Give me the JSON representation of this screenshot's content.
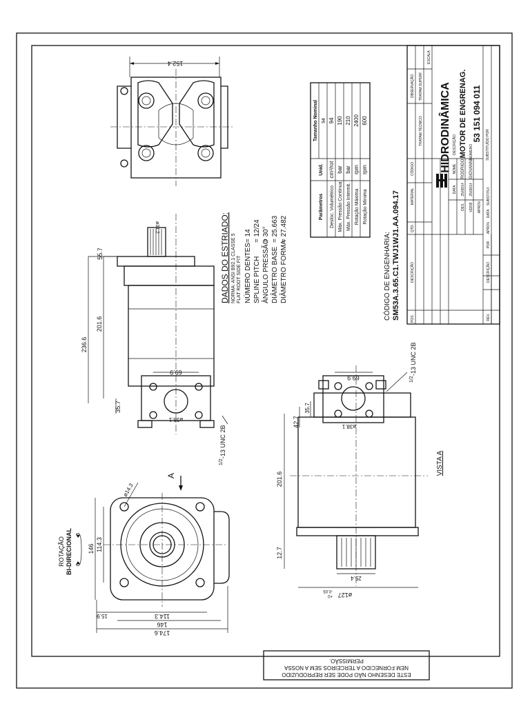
{
  "notice": {
    "line1": "ESTE DESENHO NÃO PODE SER REPRODUZIDO",
    "line2": "NEM FORNECIDO A TERCEIROS SEM A NOSSA",
    "line3": "PERMISSÃO."
  },
  "front_view": {
    "rotation_label": "ROTAÇÃO",
    "rotation_value": "BI-DIRECIONAL",
    "dim_hole": "ø14.3",
    "dim_146_v": "146",
    "dim_114_v": "114.3",
    "dim_15_9": "15.9",
    "dim_114_h": "114.3",
    "dim_146_h": "146",
    "dim_174": "174.6",
    "view_arrow": "A"
  },
  "side_view": {
    "dim_236": "236.6",
    "dim_201": "201.6",
    "dim_55": "55.7",
    "dim_35": "35.7",
    "dim_69": "69.9",
    "dim_port": "ø38.1",
    "dim_shaft": "ø31.2",
    "thread_frac": "1/2",
    "thread": "-13 UNC 2B"
  },
  "top_view": {
    "dim_152": "152.4"
  },
  "view_a": {
    "title": "VISTA A",
    "dim_201": "201.6",
    "dim_42": "42.7",
    "dim_35": "35.7",
    "dim_12": "12.7",
    "dim_25": "25.4",
    "dim_pilot": "ø127",
    "tol_upper": "+0",
    "tol_lower": "-0.05",
    "dim_69": "69.9",
    "dim_port": "ø38.1",
    "thread_frac": "1/2",
    "thread": "-13 UNC 2B"
  },
  "spline": {
    "title": "DADOS DO ESTRIADO:",
    "norm": "NORMA: ANSI B92.1 CLASSE 5",
    "fit": "FLAT ROOT SIDE FIT",
    "teeth_label": "NÚMERO DENTES",
    "teeth_value": "= 14",
    "pitch_label": "SPLINE PITCH",
    "pitch_value": "= 12/24",
    "angle_label": "ÂNGULO PRESSÃO",
    "angle_value": "= 30°",
    "base_label": "DIÂMETRO BASE",
    "base_value": "= 25.663",
    "form_label": "DIÂMETRO FORMA",
    "form_value": "= 27.482"
  },
  "param_table": {
    "headers": [
      "Parâmetros",
      "Unid.",
      "Tamanho Nominal"
    ],
    "size": "94",
    "rows": [
      {
        "param": "Desloc. Volumétrico",
        "unit": "cm³/rot",
        "value": "94"
      },
      {
        "param": "Máx. Pressão Contínua",
        "unit": "bar",
        "value": "190"
      },
      {
        "param": "Máx. Pressão Intermit.",
        "unit": "bar",
        "value": "210"
      },
      {
        "param": "Rotação Máxima",
        "unit": "rpm",
        "value": "2400"
      },
      {
        "param": "Rotação Mínima",
        "unit": "rpm",
        "value": "600"
      }
    ]
  },
  "engineering_code": {
    "label": "CÓDIGO DE ENGENHARIA:",
    "value": "SM53A.3.65.C1.TWJ1WJ1.AA.094.17"
  },
  "title_block": {
    "pos": "POS.",
    "descricao": "DESCRIÇÃO",
    "qtd": "QTD.",
    "material": "MATERIAL",
    "codigo": "CÓDIGO",
    "trat_tecnico": "TRATAM.TÉCNICO",
    "observacao": "OBSERVAÇÃO",
    "trat_super": "TRATAM.SUPERF.",
    "escala": "ESCALA",
    "company": "HIDRODINÂMICA",
    "data": "DATA",
    "nome": "NOME",
    "des": "DES.",
    "verif": "VERIF.",
    "aprov": "APROV.",
    "des_date": "25/08/14",
    "des_name": "RODRIGO",
    "verif_date": "25/08/14",
    "verif_name": "GIOVANNI",
    "descricao2": "DESCRIÇÃO",
    "product": "MOTOR DE ENGRENAG.",
    "numero": "NÚMERO",
    "part_number": "53 151 094 011",
    "substituido": "SUBSTITUÍDO POR",
    "rev": "REV.",
    "descricao3": "DESCRIÇÃO",
    "por": "POR",
    "aprov2": "APROV.",
    "data2": "DATA",
    "substitui": "SUBSTITUI"
  }
}
